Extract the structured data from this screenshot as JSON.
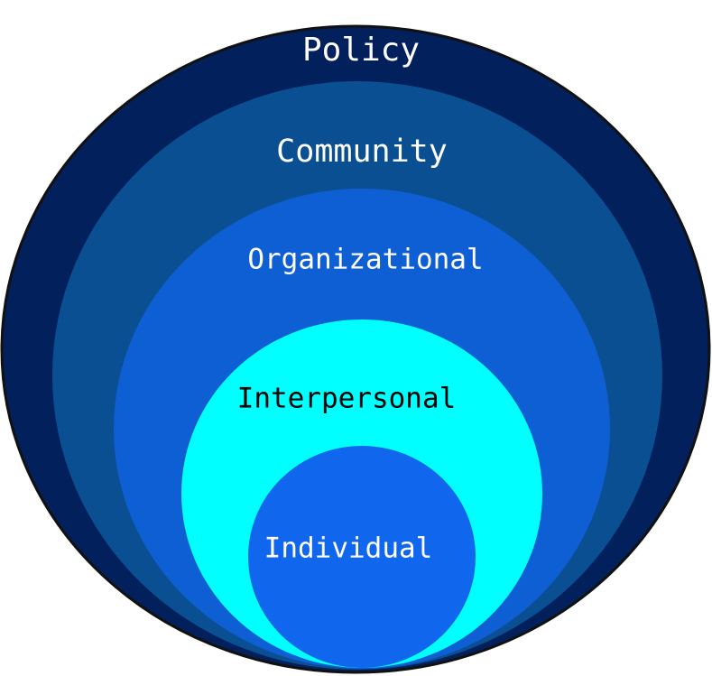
{
  "diagram": {
    "layers": [
      {
        "label": "Policy",
        "fill": "#02205c",
        "text_color": "#ffffff"
      },
      {
        "label": "Community",
        "fill": "#0a4f91",
        "text_color": "#ffffff"
      },
      {
        "label": "Organizational",
        "fill": "#0f5fd4",
        "text_color": "#ffffff"
      },
      {
        "label": "Interpersonal",
        "fill": "#00ffff",
        "text_color": "#000000"
      },
      {
        "label": "Individual",
        "fill": "#1166ee",
        "text_color": "#ffffff"
      }
    ],
    "outline_color": "#111111"
  }
}
